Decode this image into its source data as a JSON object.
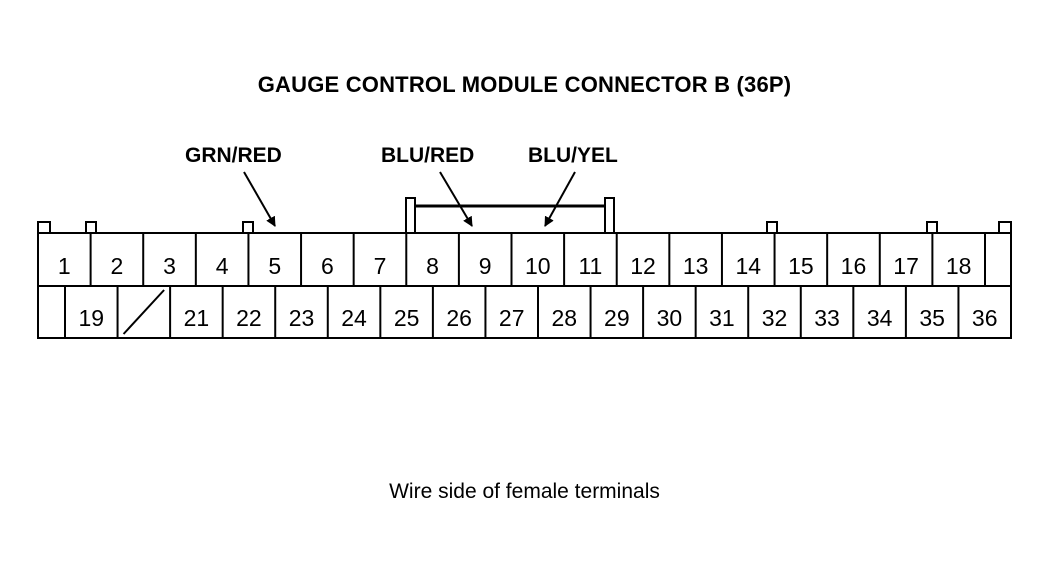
{
  "title": "GAUGE CONTROL MODULE CONNECTOR B (36P)",
  "caption": "Wire side of female terminals",
  "wire_labels": {
    "grn_red": "GRN/RED",
    "blu_red": "BLU/RED",
    "blu_yel": "BLU/YEL"
  },
  "connector": {
    "top_row": [
      "1",
      "2",
      "3",
      "4",
      "5",
      "6",
      "7",
      "8",
      "9",
      "10",
      "11",
      "12",
      "13",
      "14",
      "15",
      "16",
      "17",
      "18"
    ],
    "bottom_row": [
      "19",
      "",
      "21",
      "22",
      "23",
      "24",
      "25",
      "26",
      "27",
      "28",
      "29",
      "30",
      "31",
      "32",
      "33",
      "34",
      "35",
      "36"
    ],
    "unused_pins": [
      "20"
    ],
    "wired_pins": [
      "5",
      "9",
      "10"
    ]
  }
}
